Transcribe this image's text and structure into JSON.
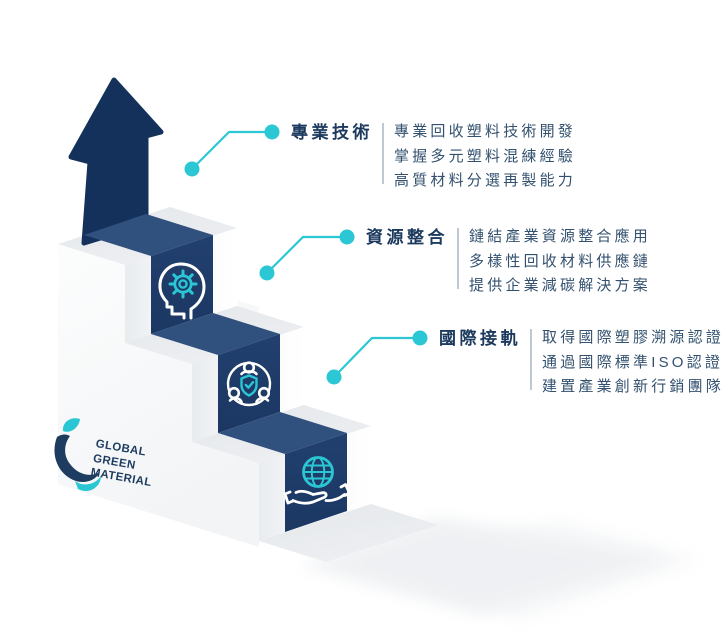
{
  "figure": {
    "type": "step-infographic",
    "steps_count": 3,
    "arrow_direction": "up"
  },
  "blocks": [
    {
      "title": "專業技術",
      "lines": [
        "專業回收塑料技術開發",
        "掌握多元塑料混練經驗",
        "高質材料分選再製能力"
      ],
      "icon": "head-gear-icon"
    },
    {
      "title": "資源整合",
      "lines": [
        "鏈結產業資源整合應用",
        "多樣性回收材料供應鏈",
        "提供企業減碳解決方案"
      ],
      "icon": "people-shield-icon"
    },
    {
      "title": "國際接軌",
      "lines": [
        "取得國際塑膠溯源認證",
        "通過國際標準ISO認證",
        "建置產業創新行銷團隊"
      ],
      "icon": "globe-hands-icon"
    }
  ],
  "logo": {
    "line1": "GLOBAL",
    "line2": "GREEN",
    "line3": "MATERIAL",
    "mark": "bird-leaf-logo"
  },
  "colors": {
    "teal": "#2BC6D4",
    "navy_arrow": "#14315B",
    "navy_panel": "#1E3A67",
    "navy_tread": "#30507E",
    "step_gray": "#E7EAED",
    "title_text": "#1C3A5E",
    "body_text": "#33516F",
    "divider": "#BCC9D4"
  }
}
